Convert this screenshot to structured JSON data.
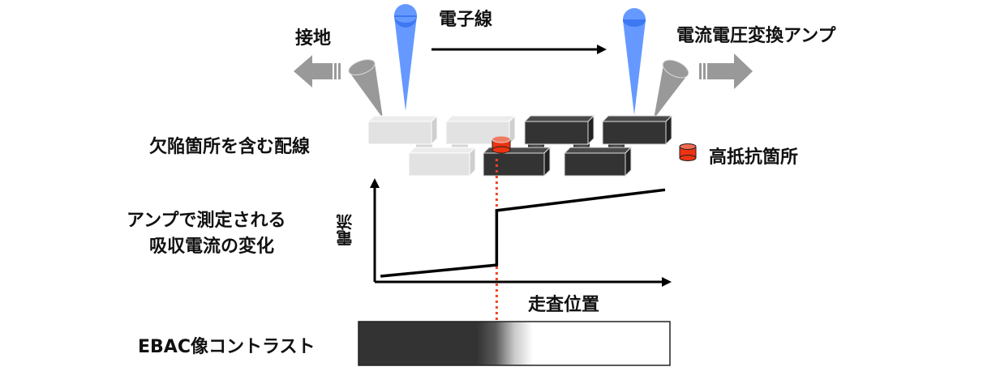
{
  "labels": {
    "electron_beam": "電子線",
    "ground": "接地",
    "amplifier": "電流電圧変換アンプ",
    "wiring_with_defect": "欠陥箇所を含む配線",
    "high_resistance_legend": "高抵抗箇所",
    "absorbed_current_line1": "アンプで測定される",
    "absorbed_current_line2": "吸収電流の変化",
    "y_axis": "電流",
    "x_axis": "走査位置",
    "ebac_contrast": "EBAC像コントラスト"
  },
  "colors": {
    "beam": "#6699ff",
    "beam_dark": "#3d78f2",
    "probe": "#999999",
    "arrow_gray": "#999999",
    "block_light": "#e2e2e2",
    "block_dark": "#333333",
    "defect_red": "#ee3311",
    "marker_red": "#ee4422",
    "line": "#000000"
  },
  "chart_data": {
    "type": "line",
    "title": "アンプで測定される吸収電流の変化",
    "xlabel": "走査位置",
    "ylabel": "電流",
    "grid": false,
    "xlim": [
      0,
      100
    ],
    "ylim": [
      0,
      100
    ],
    "series": [
      {
        "name": "absorbed_current",
        "x": [
          2,
          42,
          42,
          100
        ],
        "y": [
          6,
          18,
          76,
          98
        ]
      }
    ],
    "annotations": [
      {
        "type": "vline",
        "x": 42,
        "style": "dotted",
        "color": "#ee4422",
        "label": "高抵抗箇所"
      }
    ],
    "contrast_bar": {
      "label": "EBAC像コントラスト",
      "dark_until": 0.42,
      "transition_width": 0.1
    }
  }
}
